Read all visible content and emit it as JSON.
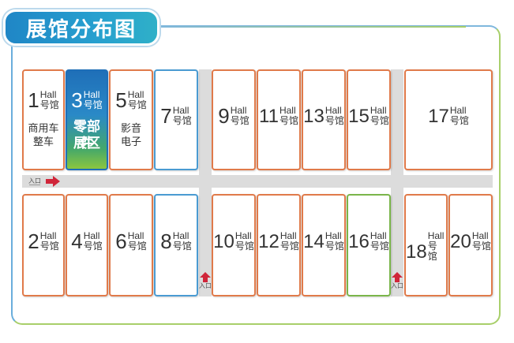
{
  "title": "展馆分布图",
  "hall_word_en": "Hall",
  "hall_word_cn": "号馆",
  "halls": [
    {
      "id": "1",
      "number": "1",
      "sub": [
        "商用车",
        "整车"
      ],
      "border": "orange"
    },
    {
      "id": "3",
      "number": "3",
      "sub": [
        "零部件",
        "展区"
      ],
      "border": "highlight"
    },
    {
      "id": "5",
      "number": "5",
      "sub": [
        "影音",
        "电子"
      ],
      "border": "orange"
    },
    {
      "id": "7",
      "number": "7",
      "sub": [],
      "border": "blue"
    },
    {
      "id": "9",
      "number": "9",
      "sub": [],
      "border": "orange"
    },
    {
      "id": "11",
      "number": "11",
      "sub": [],
      "border": "orange"
    },
    {
      "id": "13",
      "number": "13",
      "sub": [],
      "border": "orange"
    },
    {
      "id": "15",
      "number": "15",
      "sub": [],
      "border": "orange"
    },
    {
      "id": "17",
      "number": "17",
      "sub": [],
      "border": "orange"
    },
    {
      "id": "2",
      "number": "2",
      "sub": [],
      "border": "orange"
    },
    {
      "id": "4",
      "number": "4",
      "sub": [],
      "border": "orange"
    },
    {
      "id": "6",
      "number": "6",
      "sub": [],
      "border": "orange"
    },
    {
      "id": "8",
      "number": "8",
      "sub": [],
      "border": "blue"
    },
    {
      "id": "10",
      "number": "10",
      "sub": [],
      "border": "orange"
    },
    {
      "id": "12",
      "number": "12",
      "sub": [],
      "border": "orange"
    },
    {
      "id": "14",
      "number": "14",
      "sub": [],
      "border": "orange"
    },
    {
      "id": "16",
      "number": "16",
      "sub": [],
      "border": "green"
    },
    {
      "id": "18",
      "number": "18",
      "sub": [],
      "border": "orange"
    },
    {
      "id": "20",
      "number": "20",
      "sub": [],
      "border": "orange"
    }
  ],
  "entrances": {
    "label": "入口"
  },
  "colors": {
    "title_bg": "#1f86c6",
    "hall_border_orange": "#e07a4a",
    "hall_border_blue": "#4a9bd2",
    "hall_border_green": "#7ab54a",
    "arrow": "#d0263a",
    "road": "#dcdcdc"
  }
}
